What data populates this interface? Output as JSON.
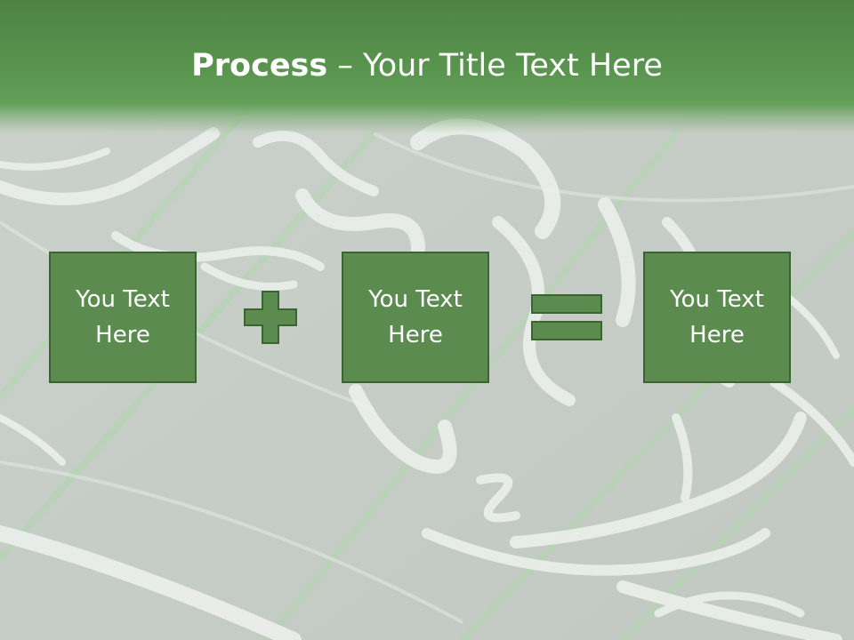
{
  "title": {
    "bold": "Process",
    "rest": " – Your Title Text Here"
  },
  "boxes": [
    {
      "text": "You Text Here"
    },
    {
      "text": "You Text Here"
    },
    {
      "text": "You Text Here"
    }
  ],
  "operators": {
    "plus": "plus-icon",
    "equals": "equals-icon"
  },
  "colors": {
    "header": "#5a9650",
    "box_fill": "#5b8b4f",
    "box_border": "#3c6433",
    "background": "#c9cfc9",
    "text": "#ffffff"
  }
}
